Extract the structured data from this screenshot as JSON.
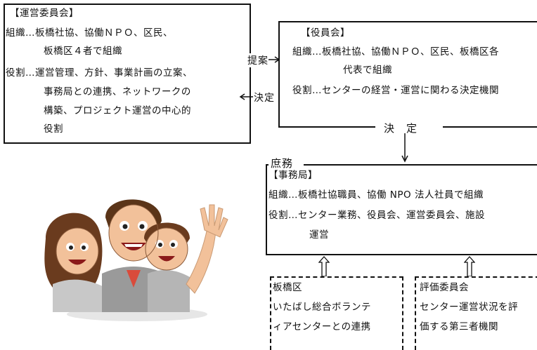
{
  "unei": {
    "title": "【運営委員会】",
    "lines": [
      "組織…板橋社協、協働ＮＰＯ、区民、",
      "板橋区４者で組織",
      "役割…運営管理、方針、事業計画の立案、",
      "事務局との連携、ネットワークの",
      "構築、プロジェクト運営の中心的",
      "役割"
    ]
  },
  "yakuin": {
    "title": "【役員会】",
    "lines": [
      "組織…板橋社協、協働ＮＰＯ、区民、板橋区各",
      "代表で組織",
      "役割…センターの経営・運営に関わる決定機関"
    ]
  },
  "arrows": {
    "teian": "提案",
    "kettei_left": "決定",
    "kettei_mid": "決　定"
  },
  "shomu": {
    "label": "庶務",
    "title": "【事務局】",
    "lines": [
      "組織…板橋社協職員、協働 NPO 法人社員で組織",
      "役割…センター業務、役員会、運営委員会、施設",
      "運営"
    ]
  },
  "itabashi": {
    "title": "板橋区",
    "lines": [
      "いたばし総合ボランテ",
      "ィアセンターとの連携"
    ]
  },
  "hyoka": {
    "title": "評価委員会",
    "lines": [
      "センター運営状況を評",
      "価する第三者機関"
    ]
  },
  "illustration": {
    "icon": "family-cartoon-icon"
  }
}
